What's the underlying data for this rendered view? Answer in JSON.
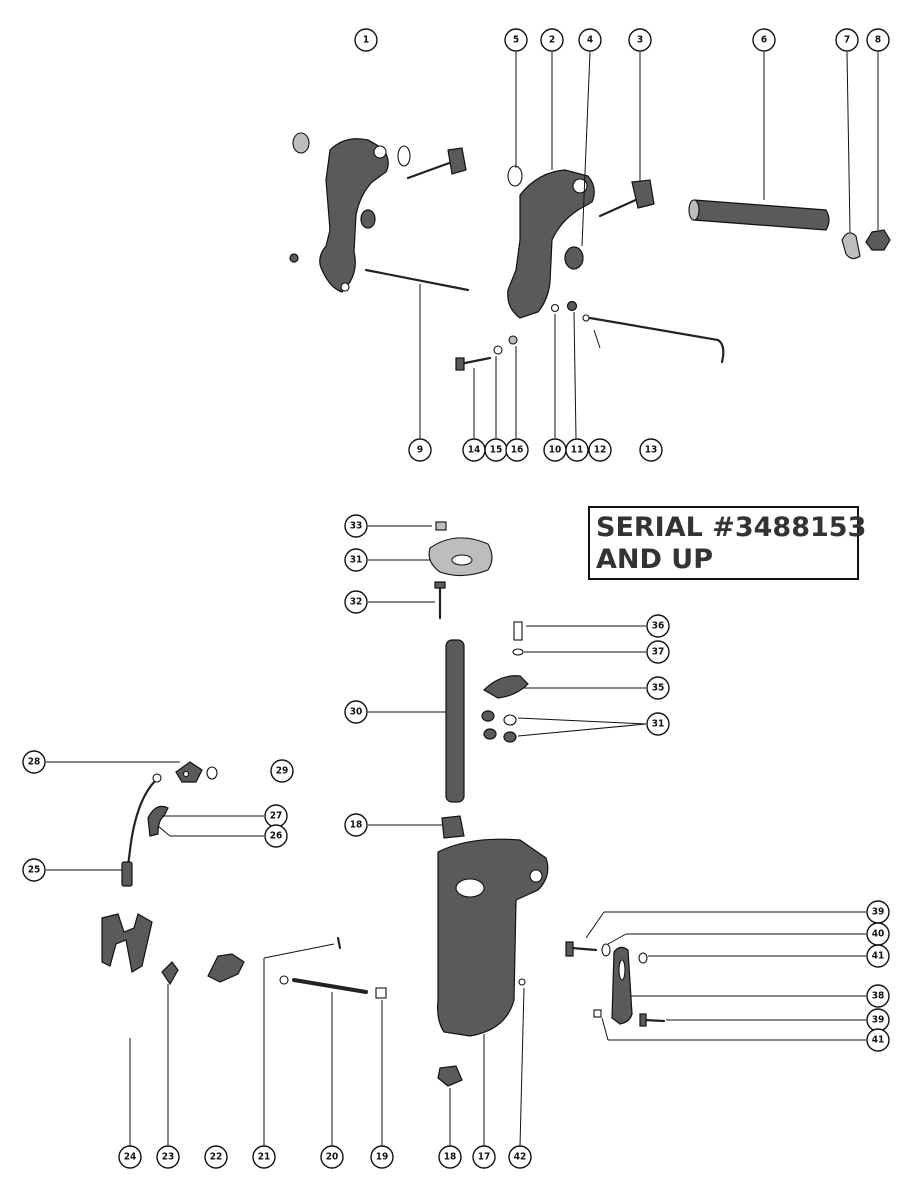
{
  "serial_note": {
    "line1": "SERIAL #3488153",
    "line2": "AND UP"
  },
  "callouts": {
    "c1": "1",
    "c2": "2",
    "c3": "3",
    "c4": "4",
    "c5": "5",
    "c6": "6",
    "c7": "7",
    "c8": "8",
    "c9": "9",
    "c10": "10",
    "c11": "11",
    "c12": "12",
    "c13": "13",
    "c14": "14",
    "c15": "15",
    "c16": "16",
    "c33": "33",
    "c31a": "31",
    "c32": "32",
    "c36": "36",
    "c37": "37",
    "c35": "35",
    "c30": "30",
    "c34": "31",
    "c28": "28",
    "c29": "29",
    "c27": "27",
    "c26": "26",
    "c18a": "18",
    "c25": "25",
    "c39a": "39",
    "c40": "40",
    "c41a": "41",
    "c38": "38",
    "c39b": "39",
    "c41b": "41",
    "c24": "24",
    "c23": "23",
    "c22": "22",
    "c21": "21",
    "c20": "20",
    "c19": "19",
    "c18b": "18",
    "c17": "17",
    "c42": "42"
  }
}
